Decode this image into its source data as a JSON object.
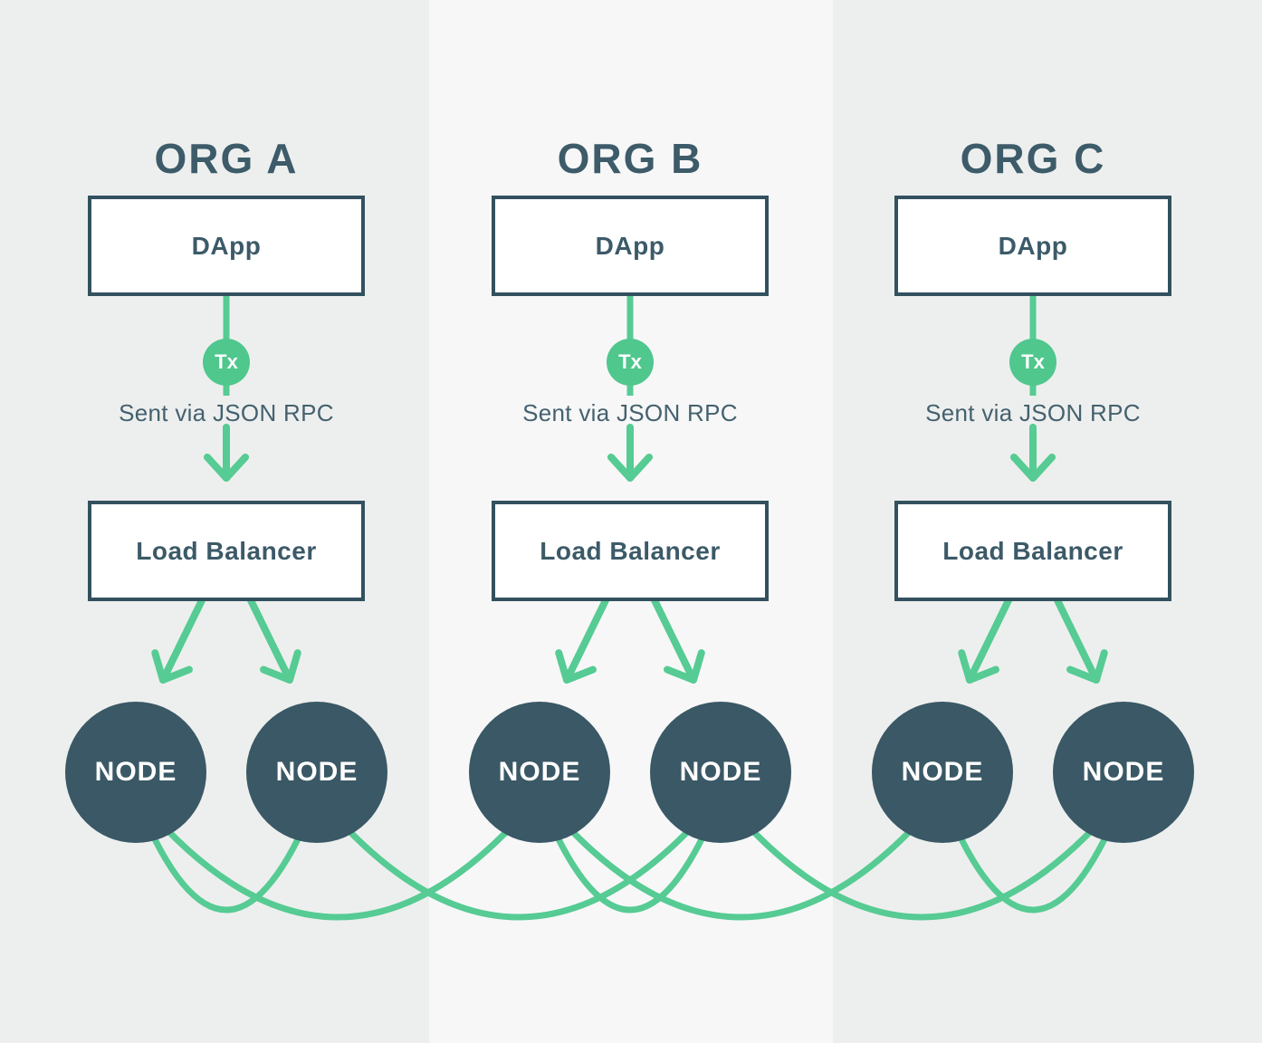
{
  "colors": {
    "outer_column_bg": "#edefee",
    "middle_column_bg": "#f7f7f8",
    "box_bg": "#ffffff",
    "box_border": "#33515f",
    "slate_text": "#3d5b69",
    "node_fill": "#3a5865",
    "node_text": "#ffffff",
    "connector_green": "#56cb93",
    "tx_badge_green": "#4fc78d"
  },
  "orgs": [
    {
      "title": "ORG A",
      "dapp_label": "DApp",
      "tx_badge": "Tx",
      "rpc_note": "Sent via JSON RPC",
      "load_balancer_label": "Load Balancer",
      "nodes": [
        "NODE",
        "NODE"
      ]
    },
    {
      "title": "ORG B",
      "dapp_label": "DApp",
      "tx_badge": "Tx",
      "rpc_note": "Sent via JSON RPC",
      "load_balancer_label": "Load Balancer",
      "nodes": [
        "NODE",
        "NODE"
      ]
    },
    {
      "title": "ORG C",
      "dapp_label": "DApp",
      "tx_badge": "Tx",
      "rpc_note": "Sent via JSON RPC",
      "load_balancer_label": "Load Balancer",
      "nodes": [
        "NODE",
        "NODE"
      ]
    }
  ]
}
